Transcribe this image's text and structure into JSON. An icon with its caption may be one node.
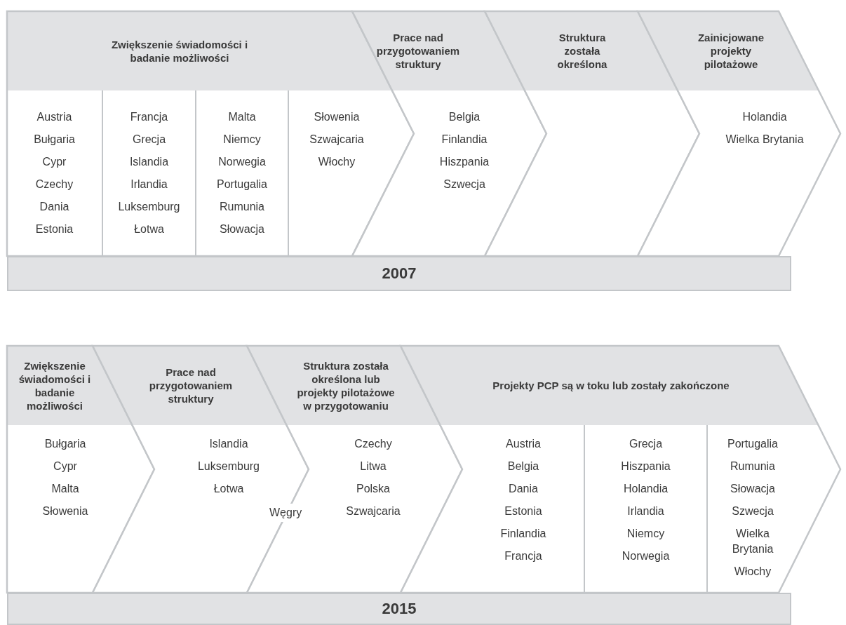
{
  "diagram": {
    "nodes": [
      {
        "text": [
          "Zwiększenie świadomości i badanie możliwości"
        ]
      },
      {
        "text": [
          "Austria",
          "Bułgaria",
          "Cypr",
          "Czechy",
          "Dania",
          "Estonia"
        ],
        "in": 0
      },
      {
        "text": [
          "Francja",
          "Grecja",
          "Islandia",
          "Irlandia",
          "Luksemburg",
          "Łotwa"
        ],
        "in": 0
      },
      {
        "text": [
          "Malta",
          "Niemcy",
          "Norwegia",
          "Portugalia",
          "Rumunia",
          "Słowacja"
        ],
        "in": 0
      },
      {
        "text": [
          "Słowenia",
          "Szwajcaria",
          "Włochy"
        ],
        "in": 0
      },
      {
        "text": [
          "Prace nad przygotowaniem struktury",
          "Belgia",
          "Finlandia",
          "Hiszpania",
          "Szwecja"
        ]
      },
      {
        "text": [
          "Struktura została określona"
        ]
      },
      {
        "text": [
          "Zainicjowane projekty pilotażowe",
          "Holandia",
          "Wielka Brytania"
        ]
      },
      {
        "text": [
          "Zwiększenie świadomości i badanie możliwości",
          "Bułgaria",
          "Cypr",
          "Malta",
          "Słowenia"
        ]
      },
      {
        "text": [
          "Prace nad przygotowaniem struktury",
          "Islandia",
          "Luksemburg",
          "Łotwa"
        ]
      },
      {
        "text": [
          "Struktura została określona lub projekty pilotażowe w przygotowaniu",
          "Czechy",
          "Litwa",
          "Polska",
          "Szwajcaria"
        ]
      },
      {
        "text": [
          "Projekty PCP są w toku lub zostały zakończone"
        ]
      },
      {
        "text": [
          "Austria",
          "Belgia",
          "Dania",
          "Estonia",
          "Finlandia",
          "Francja"
        ],
        "in": 11
      },
      {
        "text": [
          "Grecja",
          "Hiszpania",
          "Holandia",
          "Irlandia",
          "Niemcy",
          "Norwegia"
        ],
        "in": 11
      },
      {
        "text": [
          "Portugalia",
          "Rumunia",
          "Słowacja",
          "Szwecja",
          "Wielka Brytania",
          "Włochy"
        ],
        "in": 11
      }
    ],
    "labels": [
      "2007",
      "Węgry",
      "2015"
    ]
  }
}
